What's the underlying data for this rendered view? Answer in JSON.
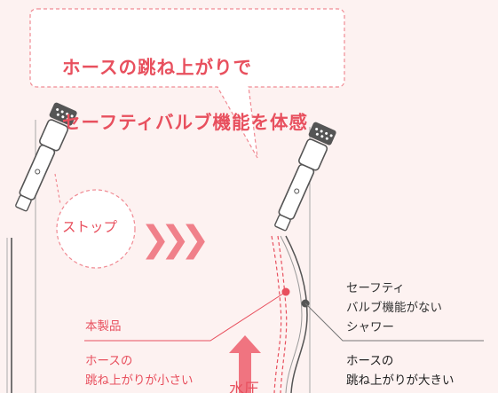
{
  "callout": {
    "line1": "ホースの跳ね上がりで",
    "line2": "セーフティバルブ機能を体感"
  },
  "stop_label": "ストップ",
  "arrows_glyph": "❯❯❯",
  "labels": {
    "product": "本製品",
    "product_desc": "ホースの\n跳ね上がりが小さい",
    "no_valve": "セーフティ\nバルブ機能がない\nシャワー",
    "no_valve_desc": "ホースの\n跳ね上がりが大きい",
    "water_pressure": "水圧"
  },
  "colors": {
    "background": "#fdf2f1",
    "accent": "#e8505e",
    "arrow_light": "#f0808a",
    "line_grey": "#9a9a9a",
    "hose_dark": "#555555"
  },
  "icons": [
    "shower-head-icon",
    "right-chevrons-icon",
    "up-arrow-icon"
  ]
}
